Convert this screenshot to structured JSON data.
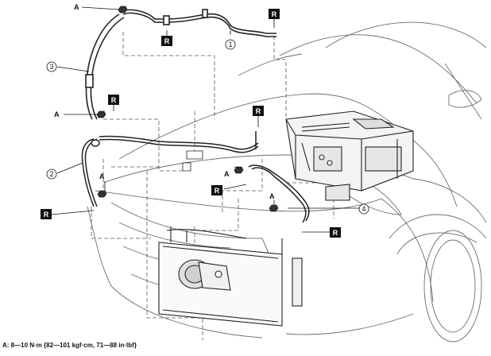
{
  "labels": {
    "torque_letter": "A",
    "replace_mark": "R",
    "callout_1": "1",
    "callout_2": "2",
    "callout_3": "3",
    "callout_4": "4"
  },
  "footnote": "A: 8—10 N·m {82—101 kgf·cm, 71—88 in·lbf}"
}
